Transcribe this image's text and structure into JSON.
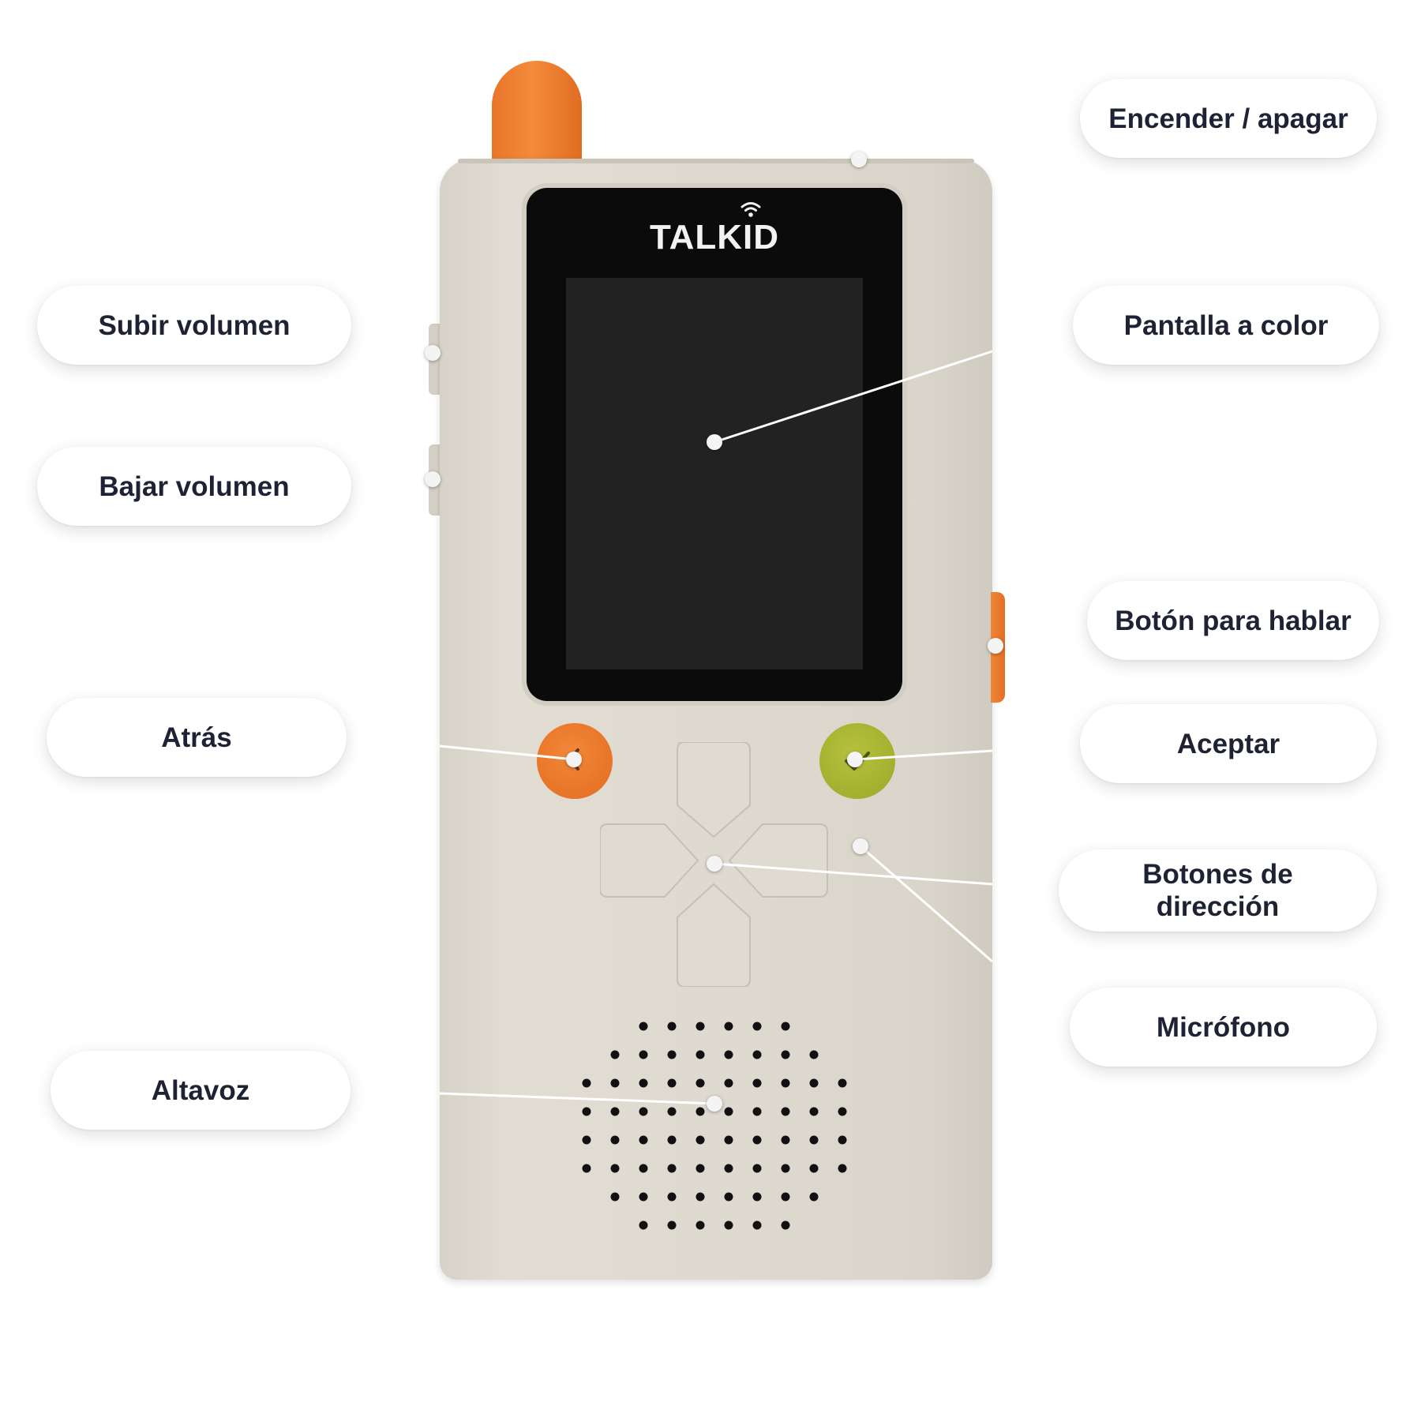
{
  "brand": "TALKID",
  "labels": {
    "power": "Encender / apagar",
    "volume_up": "Subir volumen",
    "screen": "Pantalla a color",
    "volume_down": "Bajar volumen",
    "talk": "Botón para hablar",
    "back": "Atrás",
    "accept": "Aceptar",
    "direction_line1": "Botones de",
    "direction_line2": "dirección",
    "microphone": "Micrófono",
    "speaker": "Altavoz"
  },
  "colors": {
    "body": "#dedad0",
    "antenna": "#f08636",
    "back_button": "#e8772a",
    "accept_button": "#a8b533",
    "screen": "#0b0b0b",
    "label_text": "#1e2233"
  },
  "icons": [
    "wifi-icon",
    "back-arrow-icon",
    "check-icon"
  ]
}
